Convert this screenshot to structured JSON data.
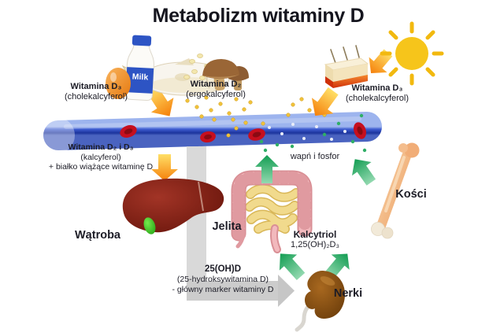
{
  "title": "Metabolizm witaminy D",
  "food_sources": {
    "milk_label": "Milk",
    "animal": {
      "line1": "Witamina D₃",
      "line2": "(cholekalcyferol)"
    },
    "fungi": {
      "line1": "Witamina D₂",
      "line2": "(ergokalcyferol)"
    },
    "skin": {
      "line1": "Witamina D₃",
      "line2": "(cholekalcyferol)"
    }
  },
  "bloodstream": {
    "line1": "Witamina D₂ i D₃",
    "line2": "(kalcyferol)",
    "line3": "+ białko wiążące witaminę D",
    "minerals": "wapń i fosfor"
  },
  "organs": {
    "liver": "Wątroba",
    "intestines": "Jelita",
    "kidneys": "Nerki",
    "bones": "Kości"
  },
  "metabolites": {
    "calcitriol_name": "Kalcytriol",
    "calcitriol_formula": "1,25(OH)₂D₃",
    "calcidiol_name": "25(OH)D",
    "calcidiol_line2": "(25-hydroksywitamina D)",
    "calcidiol_line3": "- główny marker witaminy D"
  },
  "icons": {
    "sun": "sun-icon",
    "skin": "skin-icon",
    "milk": "milk-bottle-icon",
    "egg": "egg-icon",
    "fish": "fish-icon",
    "mushrooms": "mushrooms-icon",
    "vessel": "blood-vessel",
    "liver": "liver-icon",
    "intestines": "intestines-icon",
    "kidney": "kidney-icon",
    "bone": "bone-icon"
  },
  "colors": {
    "vessel_blue": "#2a47b8",
    "arrow_orange": "#f78b12",
    "arrow_green": "#25a45f",
    "arrow_gray": "#cccccc",
    "liver_red": "#7c1f16",
    "kidney_brown": "#8a4d14",
    "bone_tan": "#f3bd8c",
    "sun_yellow": "#f6c51b",
    "intestine_pink": "#f2b9bd",
    "intestine_yellow": "#f1da8d",
    "blood_cell_red": "#c60f1e",
    "background": "#ffffff"
  }
}
